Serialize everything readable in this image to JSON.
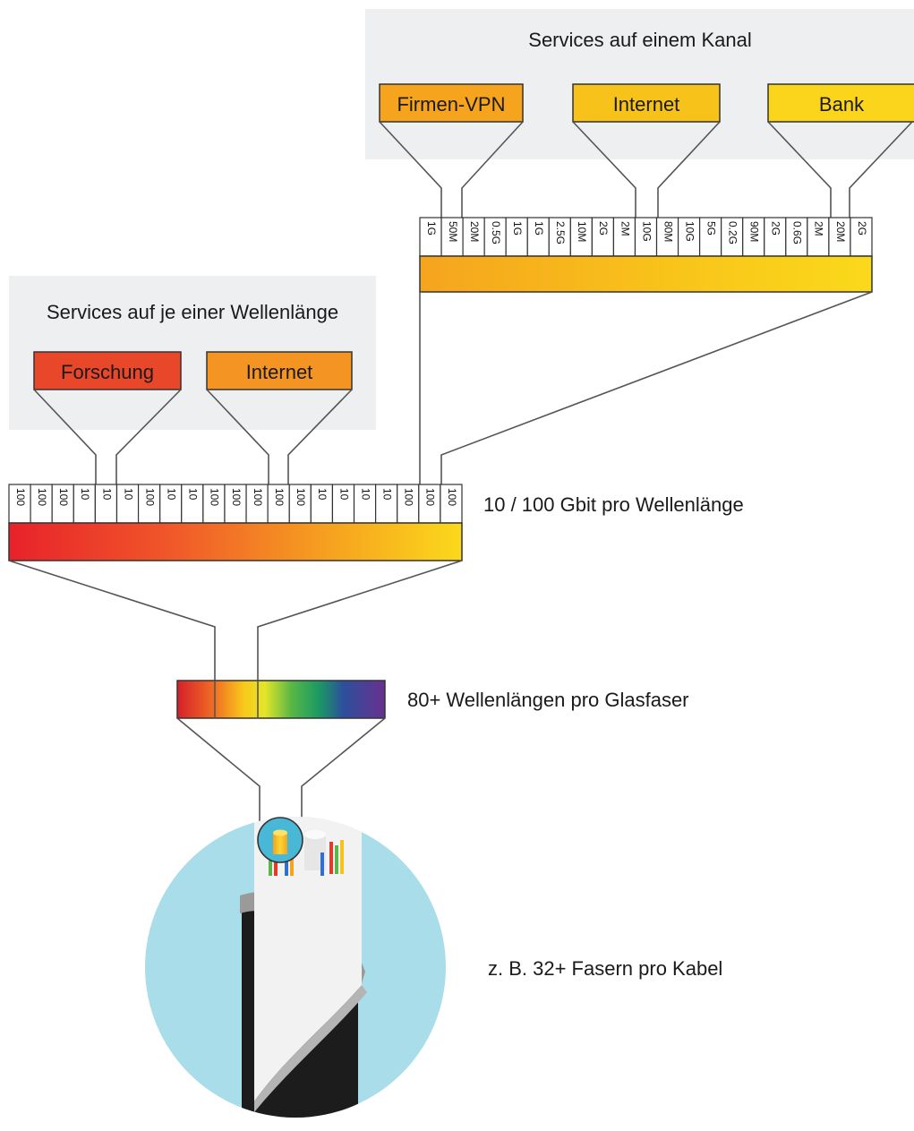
{
  "top_panel": {
    "title": "Services auf einem Kanal",
    "services": [
      "Firmen-VPN",
      "Internet",
      "Bank"
    ]
  },
  "left_panel": {
    "title": "Services auf je einer Wellenlänge",
    "services": [
      "Forschung",
      "Internet"
    ]
  },
  "channel_bar": {
    "cells": [
      "1G",
      "50M",
      "20M",
      "0.5G",
      "1G",
      "1G",
      "2.5G",
      "10M",
      "2G",
      "2M",
      "10G",
      "80M",
      "10G",
      "5G",
      "0.2G",
      "90M",
      "2G",
      "0.6G",
      "2M",
      "20M",
      "2G"
    ]
  },
  "wavelength_bar": {
    "cells": [
      "100",
      "100",
      "100",
      "10",
      "10",
      "10",
      "100",
      "10",
      "10",
      "100",
      "100",
      "100",
      "100",
      "100",
      "10",
      "10",
      "10",
      "10",
      "100",
      "100",
      "100"
    ],
    "label": "10 / 100 Gbit pro Wellenlänge"
  },
  "spectrum": {
    "label": "80+ Wellenlängen pro Glasfaser"
  },
  "cable": {
    "label": "z. B. 32+ Fasern pro Kabel"
  },
  "colors": {
    "panel_bg": "#eeeff0",
    "forschung": "#e8472a",
    "internet_orange": "#f39423",
    "vpn": "#f6a41e",
    "internet_yellow": "#f7c21a",
    "bank": "#fbd51b",
    "cable_circle": "#a8dde9",
    "line": "#555555"
  }
}
